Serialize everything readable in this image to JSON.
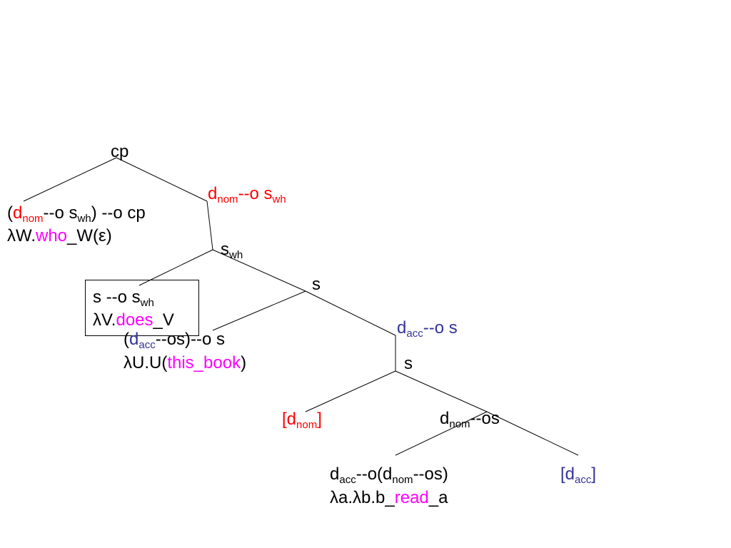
{
  "tree": {
    "cp_node": "cp",
    "who_entry": {
      "type_open": "(",
      "d": "d",
      "nom": "nom",
      "rest1": "--o s",
      "wh": "wh",
      "rest2": ") --o cp",
      "lambda": "λ",
      "term_a": "W.",
      "word": "who",
      "term_b": "_W(",
      "epsilon": "ε",
      "term_c": ")"
    },
    "dnom_swh_node": {
      "d": "d",
      "nom": "nom",
      "rest": "--o s",
      "wh": "wh"
    },
    "swh_node": {
      "s": "s",
      "wh": "wh"
    },
    "does_entry": {
      "type_a": "s --o s",
      "wh": "wh",
      "lambda": "λ",
      "term_a": "V.",
      "word": "does",
      "term_b": "_V"
    },
    "s_node_1": "s",
    "this_book_entry": {
      "open": "(",
      "d": "d",
      "acc": "acc",
      "rest": "--os)--o s",
      "lambda": "λ",
      "term_a": "U.U(",
      "word": "this_book",
      "term_b": ")"
    },
    "dacc_s_node": {
      "d": "d",
      "acc": "acc",
      "rest": "--o s"
    },
    "s_node_2": "s",
    "dnom_hyp": {
      "open": "[d",
      "nom": "nom",
      "close": "]"
    },
    "dnom_os_node": {
      "d": "d",
      "nom": "nom",
      "rest": "--os"
    },
    "read_entry": {
      "d1": "d",
      "acc": "acc",
      "mid": "--o(d",
      "nom": "nom",
      "end": "--os)",
      "lambda1": "λ",
      "term_a": "a.",
      "lambda2": "λ",
      "term_b": "b.b_",
      "word": "read",
      "term_c": "_a"
    },
    "dacc_hyp": {
      "open": "[d",
      "acc": "acc",
      "close": "]"
    }
  }
}
